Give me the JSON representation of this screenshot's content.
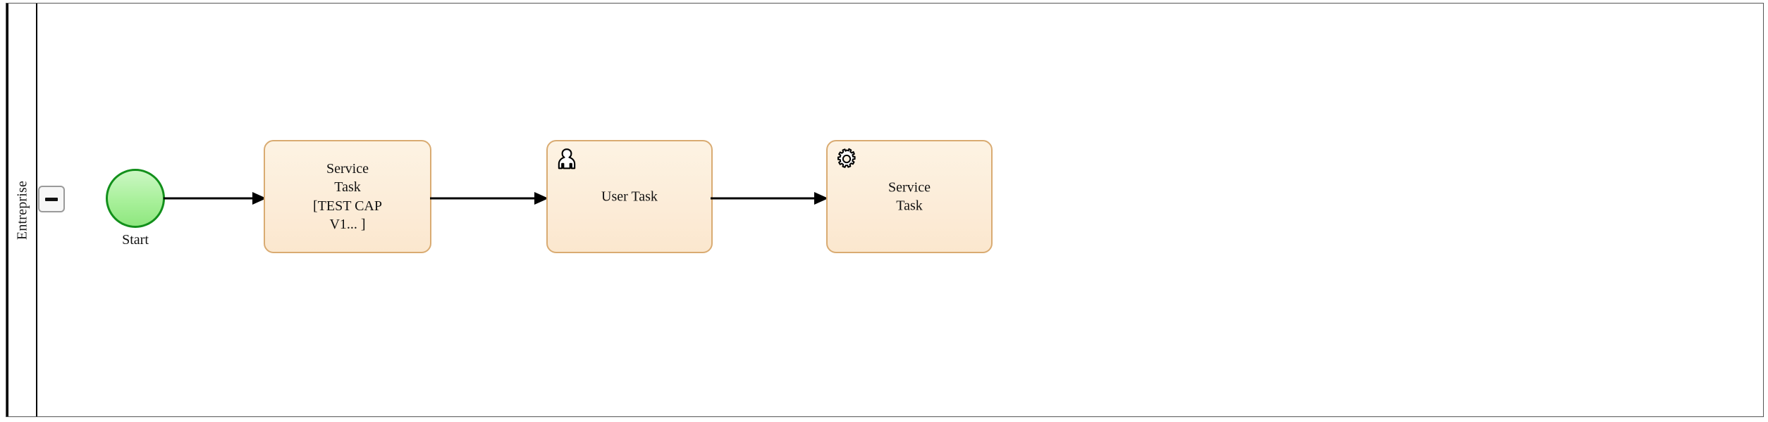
{
  "diagram": {
    "type": "bpmn-process",
    "pool": {
      "lane_label": "Entreprise",
      "collapse_button": {
        "icon": "minus-icon",
        "state": "expanded"
      }
    },
    "colors": {
      "task_fill_top": "#fdf3e3",
      "task_fill_bottom": "#fbe7ce",
      "task_border": "#d9ab72",
      "start_fill_top": "#ccf7c4",
      "start_fill_bottom": "#8fe77f",
      "start_border": "#12901b",
      "flow_stroke": "#000000",
      "frame_border": "#000000"
    },
    "nodes": [
      {
        "id": "start-event",
        "kind": "start-event",
        "label": "Start",
        "icon": "none"
      },
      {
        "id": "task-1",
        "kind": "service-task",
        "label": "Service\nTask\n[TEST CAP\nV1... ]",
        "icon": "none"
      },
      {
        "id": "task-2",
        "kind": "user-task",
        "label": "User Task",
        "icon": "user-icon"
      },
      {
        "id": "task-3",
        "kind": "service-task",
        "label": "Service\nTask",
        "icon": "gear-icon"
      }
    ],
    "flows": [
      {
        "id": "flow-1",
        "from": "start-event",
        "to": "task-1"
      },
      {
        "id": "flow-2",
        "from": "task-1",
        "to": "task-2"
      },
      {
        "id": "flow-3",
        "from": "task-2",
        "to": "task-3"
      }
    ]
  }
}
